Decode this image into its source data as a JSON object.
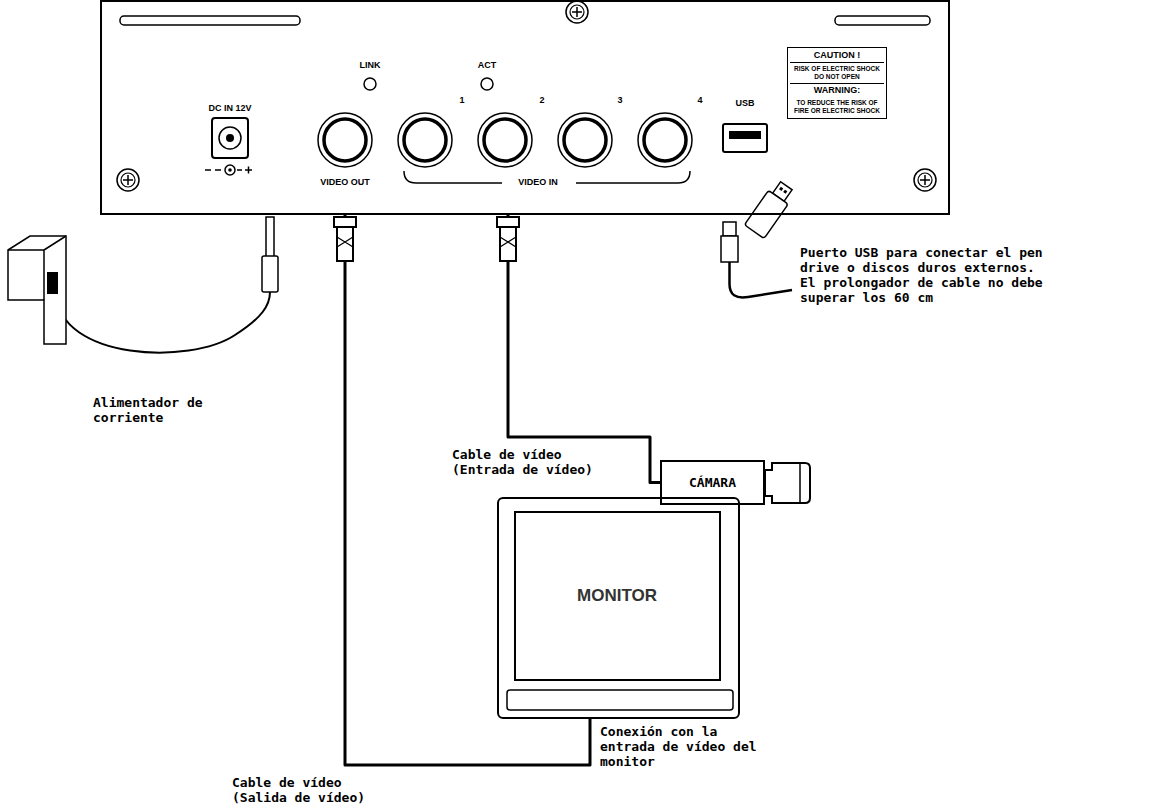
{
  "diagram": {
    "nodes": [
      {
        "text": [
          "LINK",
          "ACT",
          "DC IN 12V",
          "VIDEO OUT",
          "1",
          "2",
          "3",
          "4",
          "VIDEO IN",
          "USB"
        ]
      },
      {
        "text": [
          "CAUTION !",
          "RISK OF ELECTRIC SHOCK DO NOT OPEN",
          "WARNING:",
          "TO REDUCE THE RISK OF FIRE OR ELECTRIC SHOCK"
        ],
        "in": 0
      },
      {
        "text": [
          "CÁMARA"
        ]
      },
      {
        "text": [
          "MONITOR"
        ]
      }
    ],
    "edges": [
      {
        "from": 0,
        "to": 2,
        "arrow": "none"
      },
      {
        "from": 0,
        "to": 3,
        "arrow": "none"
      }
    ],
    "labels": [
      "Puerto USB para conectar el pen drive o discos duros externos. El prolongador de cable no debe superar los 60 cm",
      "Alimentador de corriente",
      "Cable de vídeo (Entrada de vídeo)",
      "Conexión con la entrada de vídeo del monitor",
      "Cable de vídeo (Salida de vídeo)"
    ]
  }
}
